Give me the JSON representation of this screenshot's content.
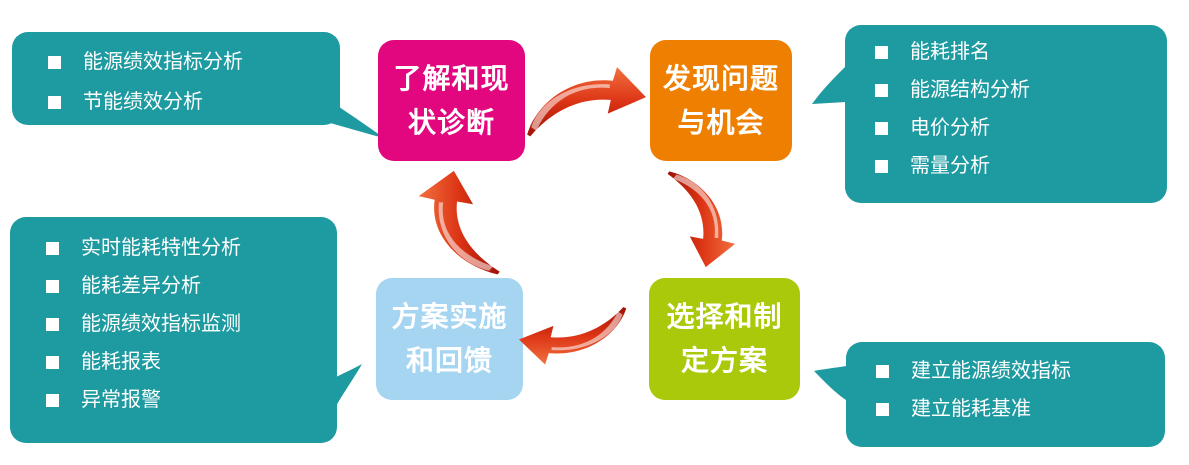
{
  "colors": {
    "teal": "#1E9AA1",
    "pink": "#E2067F",
    "orange": "#EE7F01",
    "green": "#AAC90A",
    "light_blue": "#A6D5F1",
    "arrow_red": "#DC3415",
    "text": "#FFFFFF"
  },
  "steps": {
    "understand": {
      "line1": "了解和现",
      "line2": "状诊断"
    },
    "discover": {
      "line1": "发现问题",
      "line2": "与机会"
    },
    "select": {
      "line1": "选择和制",
      "line2": "定方案"
    },
    "implement": {
      "line1": "方案实施",
      "line2": "和回馈"
    }
  },
  "callouts": {
    "top_left": {
      "items": [
        "能源绩效指标分析",
        "节能绩效分析"
      ]
    },
    "top_right": {
      "items": [
        "能耗排名",
        "能源结构分析",
        "电价分析",
        "需量分析"
      ]
    },
    "bottom_left": {
      "items": [
        "实时能耗特性分析",
        "能耗差异分析",
        "能源绩效指标监测",
        "能耗报表",
        "异常报警"
      ]
    },
    "bottom_right": {
      "items": [
        "建立能源绩效指标",
        "建立能耗基准"
      ]
    }
  }
}
